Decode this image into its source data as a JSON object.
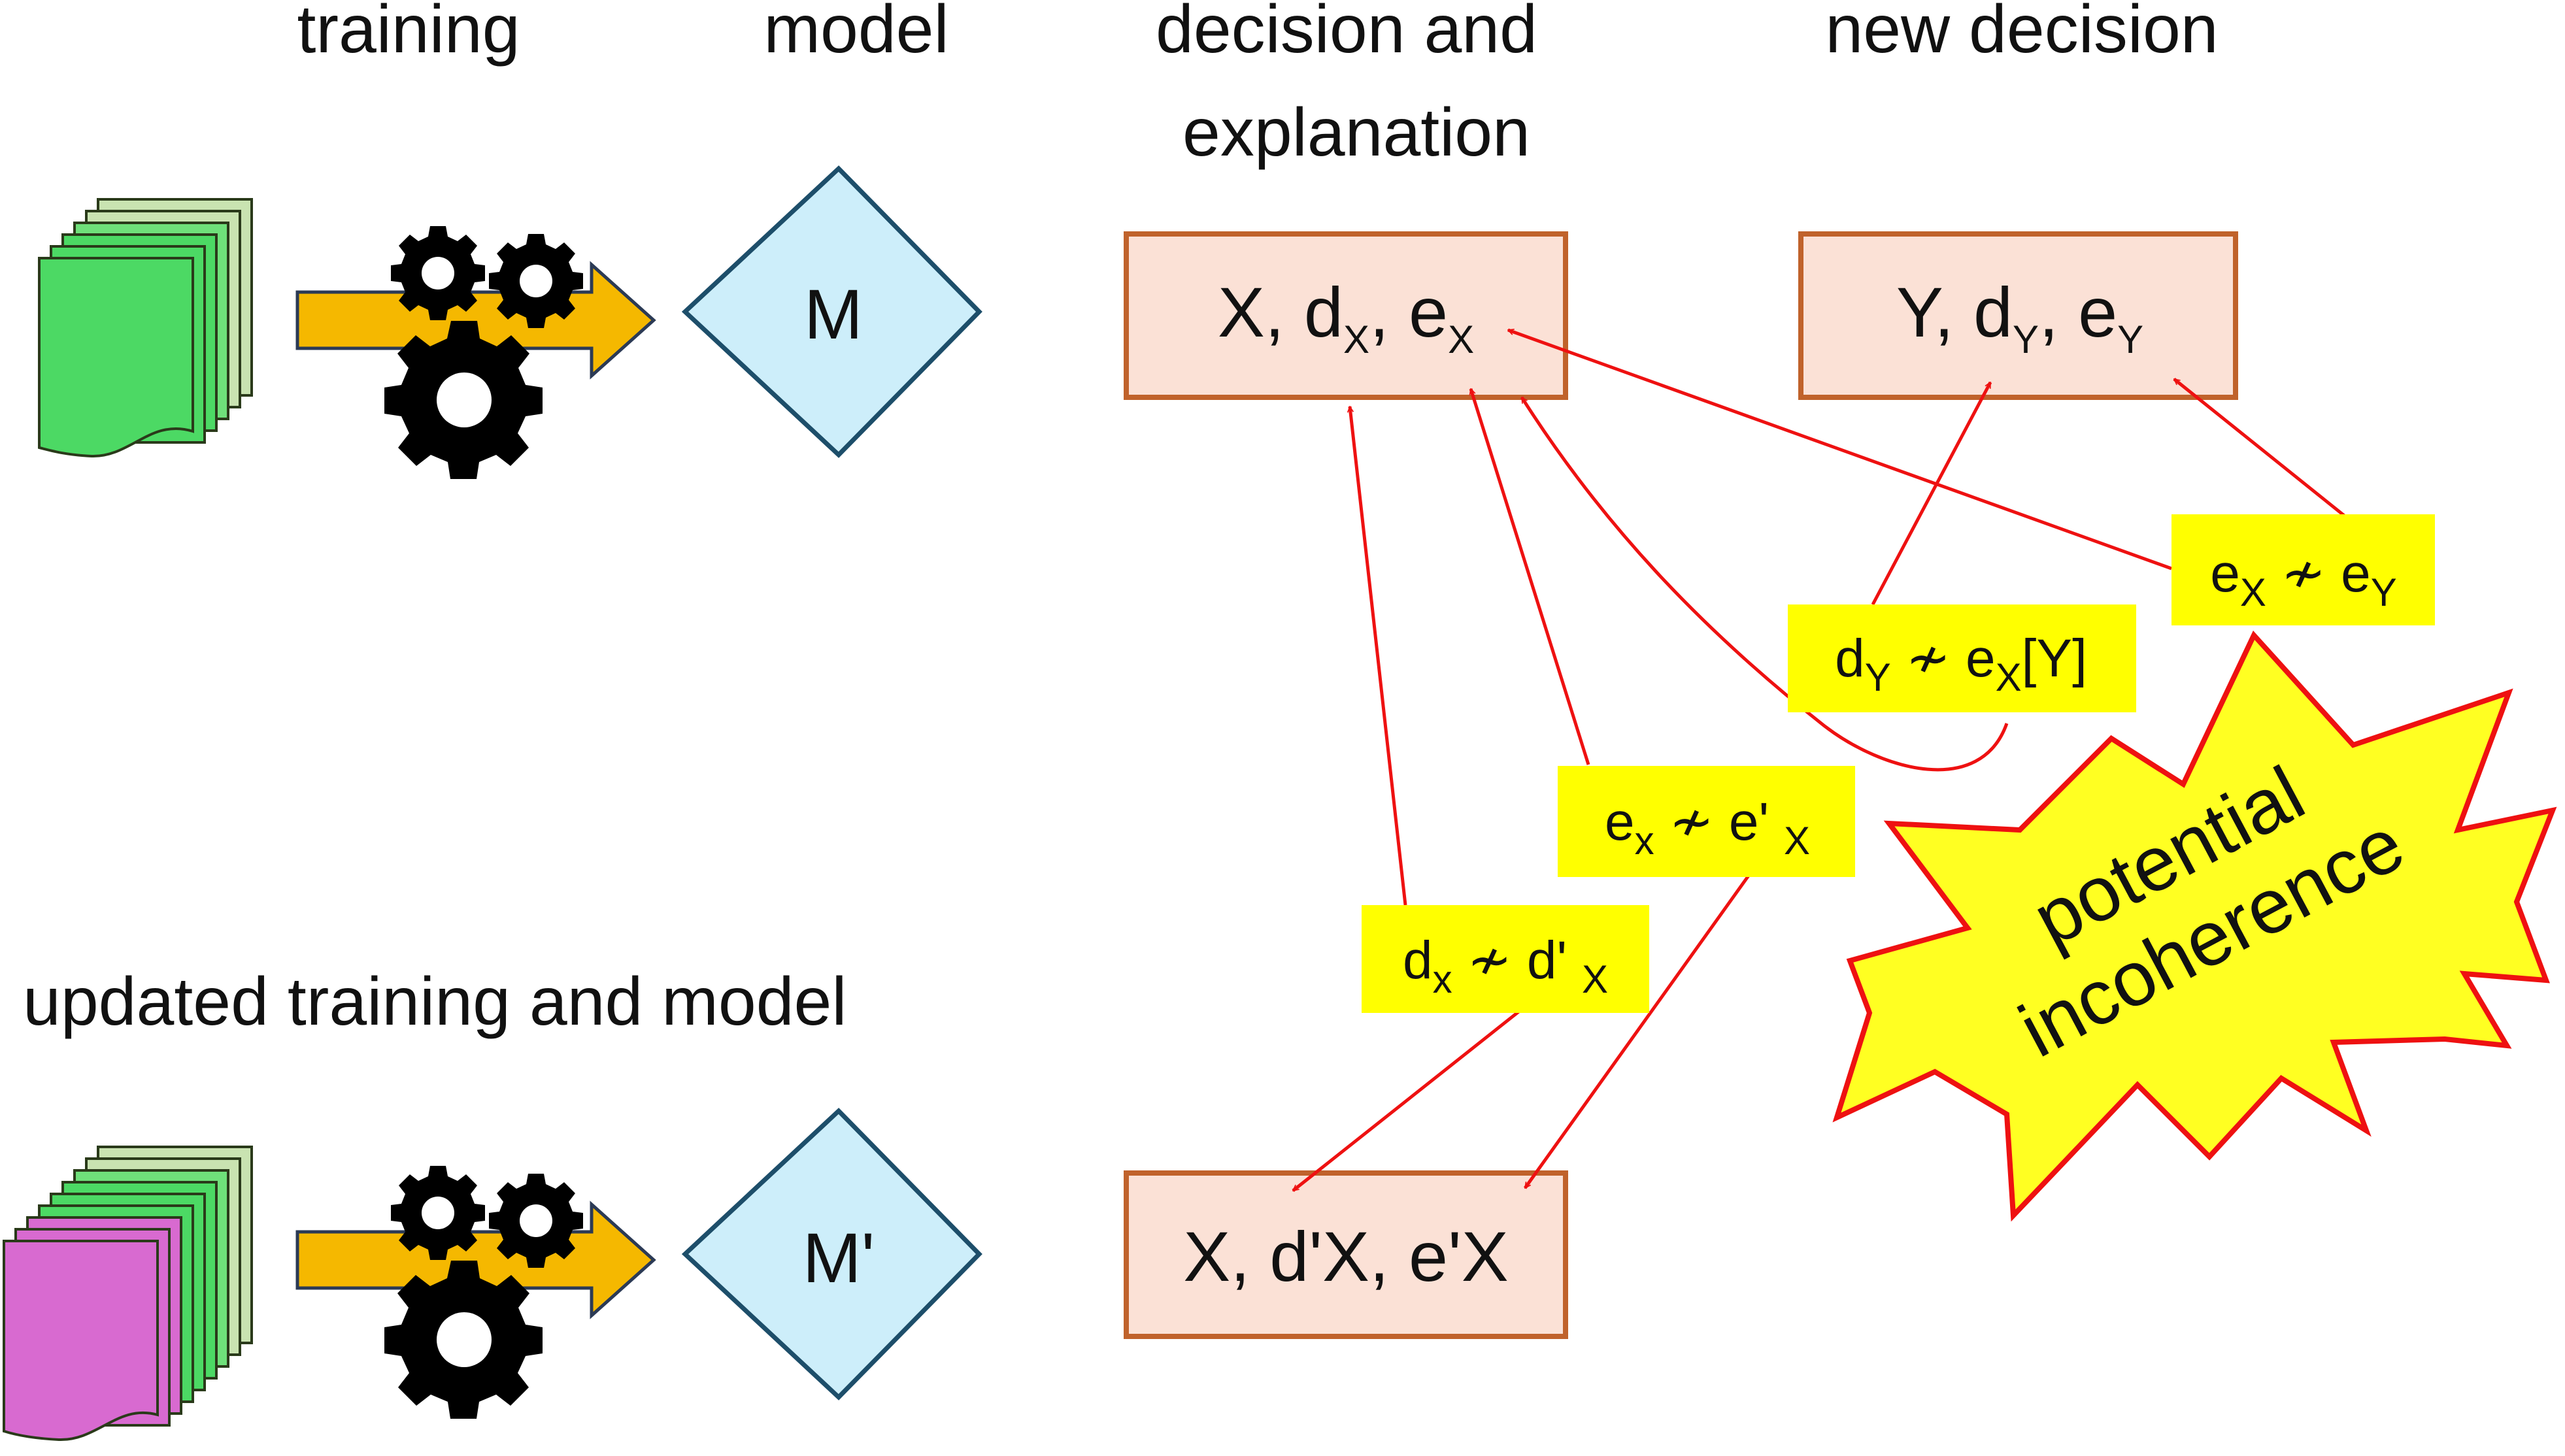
{
  "headers": {
    "training": "training",
    "model": "model",
    "decision_line1": "decision and",
    "decision_line2": "explanation",
    "new_decision": "new decision",
    "updated": "updated training and model"
  },
  "models": {
    "original": "M",
    "updated": "M'"
  },
  "boxes": {
    "box_x": {
      "main": "X, d",
      "sub1": "X",
      "mid": ", e",
      "sub2": "X"
    },
    "box_y": {
      "main": "Y, d",
      "sub1": "Y",
      "mid": ", e",
      "sub2": "Y"
    },
    "box_x_updated": "X, d'X, e'X"
  },
  "labels": {
    "ex_ey": {
      "a": "e",
      "a_sub": "X",
      "rel": " ≁ e",
      "b_sub": "Y"
    },
    "dy_exy": {
      "a": "d",
      "a_sub": "Y",
      "rel": " ≁ e",
      "b_sub": "X",
      "tail": "[Y]"
    },
    "ex_epx": {
      "a": "e",
      "a_sub": "x",
      "rel": " ≁ e' ",
      "b_sub": "X"
    },
    "dx_dpx": {
      "a": "d",
      "a_sub": "x",
      "rel": " ≁ d' ",
      "b_sub": "X"
    }
  },
  "burst": {
    "line1": "potential",
    "line2": "incoherence"
  },
  "colors": {
    "box_fill": "#fbe1d6",
    "box_stroke": "#c0622b",
    "label_fill": "#ffff00",
    "diamond_fill": "#cdeefa",
    "diamond_stroke": "#1d4e6a",
    "arrow_fill": "#f5b800",
    "doc_green": "#4cd964",
    "doc_light": "#c9e3b1",
    "doc_magenta": "#d86ad0",
    "red": "#ee1111",
    "burst_fill": "#ffff22"
  },
  "icons": [
    "document-stack-icon",
    "gears-icon",
    "process-arrow-icon",
    "model-diamond-icon"
  ]
}
